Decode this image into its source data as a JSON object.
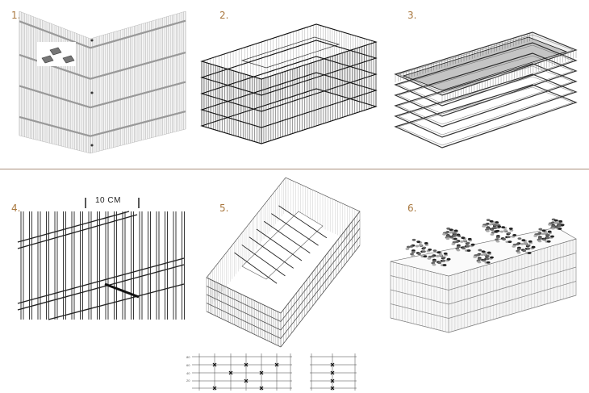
{
  "steps": [
    {
      "label": "1."
    },
    {
      "label": "2."
    },
    {
      "label": "3."
    },
    {
      "label": "4."
    },
    {
      "label": "5."
    },
    {
      "label": "6."
    }
  ],
  "dimension": {
    "label": "10 CM"
  },
  "chart_rows": [
    "80",
    "60",
    "40",
    "20"
  ]
}
